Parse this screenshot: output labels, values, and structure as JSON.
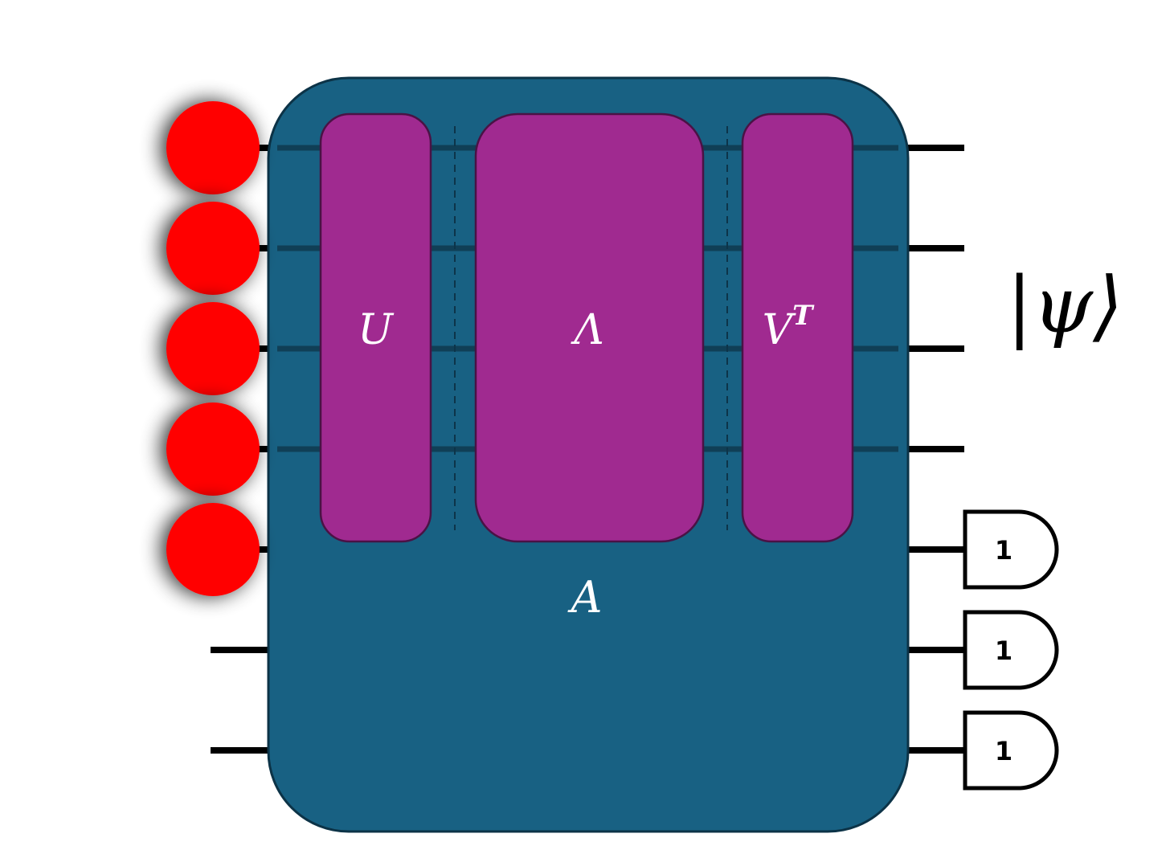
{
  "colors": {
    "background": "#ffffff",
    "block": "#186183",
    "block_stroke": "#0c3347",
    "gate": "#a02a90",
    "gate_stroke": "#4a1245",
    "qubit": "#ff0000",
    "wire": "#000000",
    "label_text": "#ffffff"
  },
  "block": {
    "label": "A"
  },
  "gates": [
    {
      "id": "u",
      "label": "U"
    },
    {
      "id": "lambda",
      "label": "Λ"
    },
    {
      "id": "vt",
      "label": "V",
      "superscript": "T"
    }
  ],
  "state_label": "|ψ⟩",
  "qubits": {
    "count": 5,
    "icon": "red-circle-blurred"
  },
  "wires": {
    "count": 7
  },
  "detectors": {
    "count": 3,
    "label": "1",
    "icon": "d-shaped-detector"
  }
}
